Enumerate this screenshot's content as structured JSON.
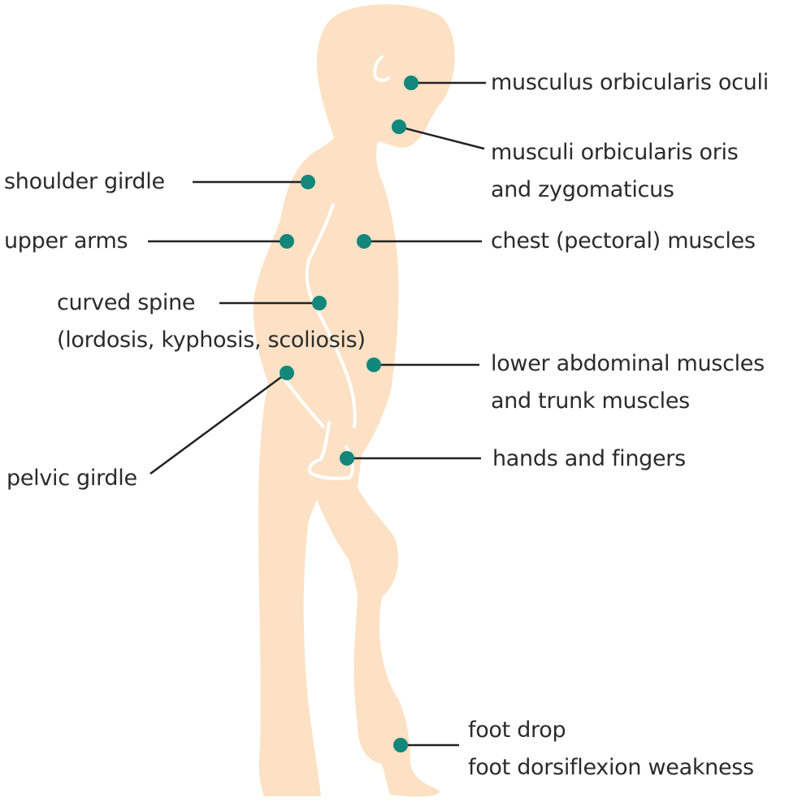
{
  "colors": {
    "body": "#fde1c4",
    "marker": "#12877a",
    "line": "#222222",
    "text": "#2b2b2b",
    "outline": "#ffffff"
  },
  "labels": {
    "orbicularis_oculi": "musculus orbicularis oculi",
    "orbicularis_oris_1": "musculi orbicularis oris",
    "orbicularis_oris_2": "and zygomaticus",
    "shoulder_girdle": "shoulder girdle",
    "upper_arms": "upper arms",
    "chest": "chest (pectoral) muscles",
    "curved_spine_1": "curved spine",
    "curved_spine_2": "(lordosis, kyphosis, scoliosis)",
    "lower_abdominal_1": "lower abdominal muscles",
    "lower_abdominal_2": "and trunk muscles",
    "hands_fingers": "hands and fingers",
    "pelvic_girdle": "pelvic girdle",
    "foot_drop_1": "foot drop",
    "foot_drop_2": "foot dorsiflexion weakness"
  }
}
